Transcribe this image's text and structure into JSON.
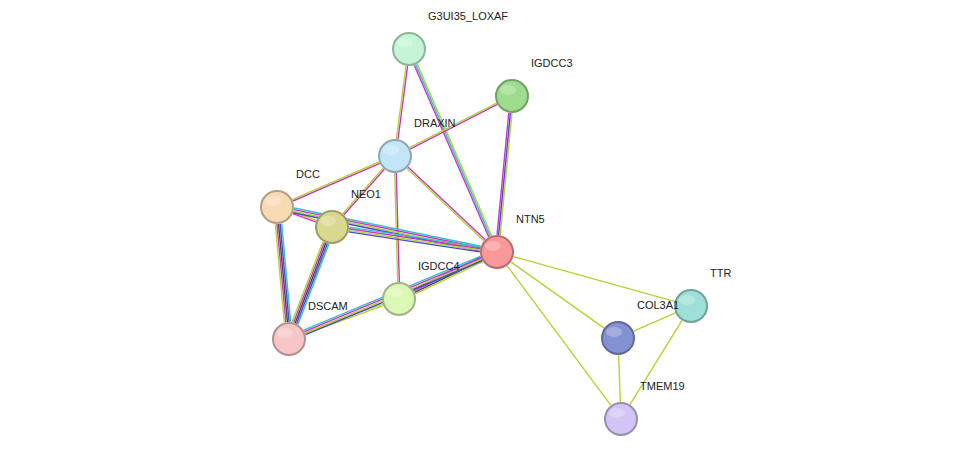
{
  "diagram": {
    "nodes": [
      {
        "text": [
          "G3UI35_LOXAF"
        ]
      },
      {
        "text": [
          "IGDCC3"
        ]
      },
      {
        "text": [
          "DRAXIN"
        ]
      },
      {
        "text": [
          "DCC"
        ]
      },
      {
        "text": [
          "NEO1"
        ]
      },
      {
        "text": [
          "NTN5"
        ]
      },
      {
        "text": [
          "IGDCC4"
        ]
      },
      {
        "text": [
          "DSCAM"
        ]
      },
      {
        "text": [
          "TTR"
        ]
      },
      {
        "text": [
          "COL3A1"
        ]
      },
      {
        "text": [
          "TMEM19"
        ]
      }
    ],
    "edges": [
      {
        "from": 0,
        "to": 2,
        "arrow": "none"
      },
      {
        "from": 0,
        "to": 5,
        "arrow": "none"
      },
      {
        "from": 1,
        "to": 2,
        "arrow": "none"
      },
      {
        "from": 1,
        "to": 5,
        "arrow": "none"
      },
      {
        "from": 2,
        "to": 3,
        "arrow": "none"
      },
      {
        "from": 2,
        "to": 4,
        "arrow": "none"
      },
      {
        "from": 2,
        "to": 5,
        "arrow": "none"
      },
      {
        "from": 2,
        "to": 6,
        "arrow": "none"
      },
      {
        "from": 3,
        "to": 4,
        "arrow": "none"
      },
      {
        "from": 3,
        "to": 5,
        "arrow": "none"
      },
      {
        "from": 3,
        "to": 7,
        "arrow": "none"
      },
      {
        "from": 4,
        "to": 5,
        "arrow": "none"
      },
      {
        "from": 4,
        "to": 7,
        "arrow": "none"
      },
      {
        "from": 6,
        "to": 5,
        "arrow": "none"
      },
      {
        "from": 6,
        "to": 7,
        "arrow": "none"
      },
      {
        "from": 7,
        "to": 5,
        "arrow": "none"
      },
      {
        "from": 5,
        "to": 8,
        "arrow": "none"
      },
      {
        "from": 5,
        "to": 9,
        "arrow": "none"
      },
      {
        "from": 5,
        "to": 10,
        "arrow": "none"
      },
      {
        "from": 9,
        "to": 8,
        "arrow": "none"
      },
      {
        "from": 9,
        "to": 10,
        "arrow": "none"
      },
      {
        "from": 8,
        "to": 10,
        "arrow": "none"
      }
    ]
  }
}
